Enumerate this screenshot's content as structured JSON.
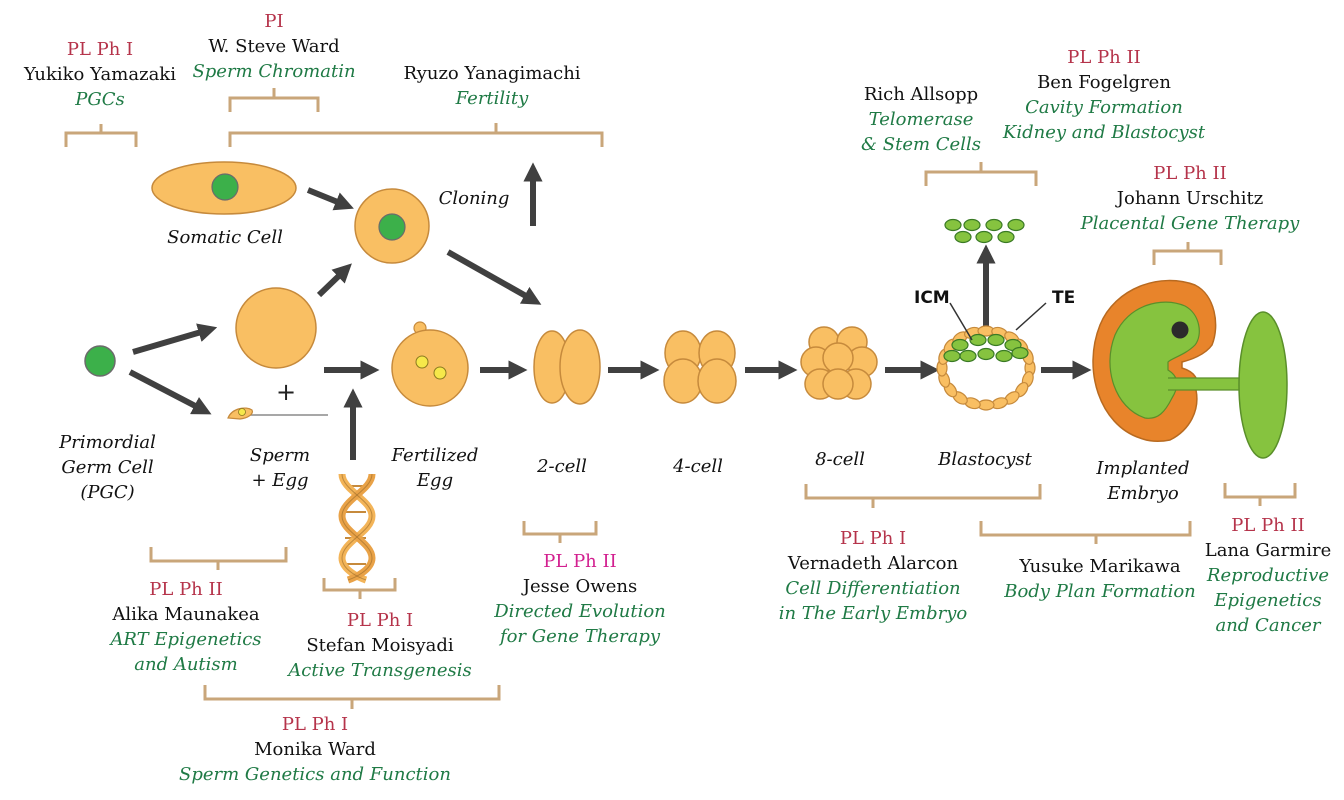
{
  "colors": {
    "bracket": "#c9a67a",
    "arrow": "#404040",
    "cell_fill": "#f9bf63",
    "cell_stroke": "#c68a3c",
    "nucleus": "#3cb04a",
    "embryo_green": "#86c33f",
    "embryo_orange": "#e8842b",
    "role_text": "#b5334a",
    "topic_text": "#1f7a45"
  },
  "people": {
    "yamazaki": {
      "role": "PL Ph I",
      "name": "Yukiko Yamazaki",
      "topic": [
        "PGCs"
      ]
    },
    "steve_ward": {
      "role": "PI",
      "name": "W. Steve Ward",
      "topic": [
        "Sperm Chromatin"
      ]
    },
    "yanagimachi": {
      "role": "",
      "name": "Ryuzo Yanagimachi",
      "topic": [
        "Fertility"
      ]
    },
    "allsopp": {
      "role": "",
      "name": "Rich Allsopp",
      "topic": [
        "Telomerase",
        "& Stem Cells"
      ]
    },
    "fogelgren": {
      "role": "PL Ph II",
      "name": "Ben Fogelgren",
      "topic": [
        "Cavity Formation",
        "Kidney and Blastocyst"
      ]
    },
    "urschitz": {
      "role": "PL Ph II",
      "name": "Johann Urschitz",
      "topic": [
        "Placental Gene Therapy"
      ]
    },
    "maunakea": {
      "role": "PL Ph II",
      "name": "Alika Maunakea",
      "topic": [
        "ART Epigenetics",
        "and Autism"
      ]
    },
    "moisyadi": {
      "role": "PL Ph I",
      "name": "Stefan Moisyadi",
      "topic": [
        "Active Transgenesis"
      ]
    },
    "monika_ward": {
      "role": "PL Ph I",
      "name": "Monika Ward",
      "topic": [
        "Sperm Genetics and Function"
      ]
    },
    "owens": {
      "role": "PL Ph II",
      "name": "Jesse Owens",
      "topic": [
        "Directed Evolution",
        "for Gene Therapy"
      ]
    },
    "alarcon": {
      "role": "PL Ph I",
      "name": "Vernadeth Alarcon",
      "topic": [
        "Cell Differentiation",
        "in The Early Embryo"
      ]
    },
    "marikawa": {
      "role": "",
      "name": "Yusuke Marikawa",
      "topic": [
        "Body Plan Formation"
      ]
    },
    "garmire": {
      "role": "PL Ph II",
      "name": "Lana Garmire",
      "topic": [
        "Reproductive",
        "Epigenetics",
        "and Cancer"
      ]
    }
  },
  "stages": {
    "somatic_cell": "Somatic Cell",
    "cloning": "Cloning",
    "pgc": [
      "Primordial",
      "Germ Cell",
      "(PGC)"
    ],
    "sperm_egg": [
      "Sperm",
      "+ Egg"
    ],
    "plus": "+",
    "fertilized_egg": [
      "Fertilized",
      "Egg"
    ],
    "two_cell": "2-cell",
    "four_cell": "4-cell",
    "eight_cell": "8-cell",
    "blastocyst": "Blastocyst",
    "implanted_embryo": [
      "Implanted",
      "Embryo"
    ],
    "icm": "ICM",
    "te": "TE"
  },
  "icons": {
    "dna": "dna-helix-icon",
    "arrow": "arrow-icon"
  }
}
